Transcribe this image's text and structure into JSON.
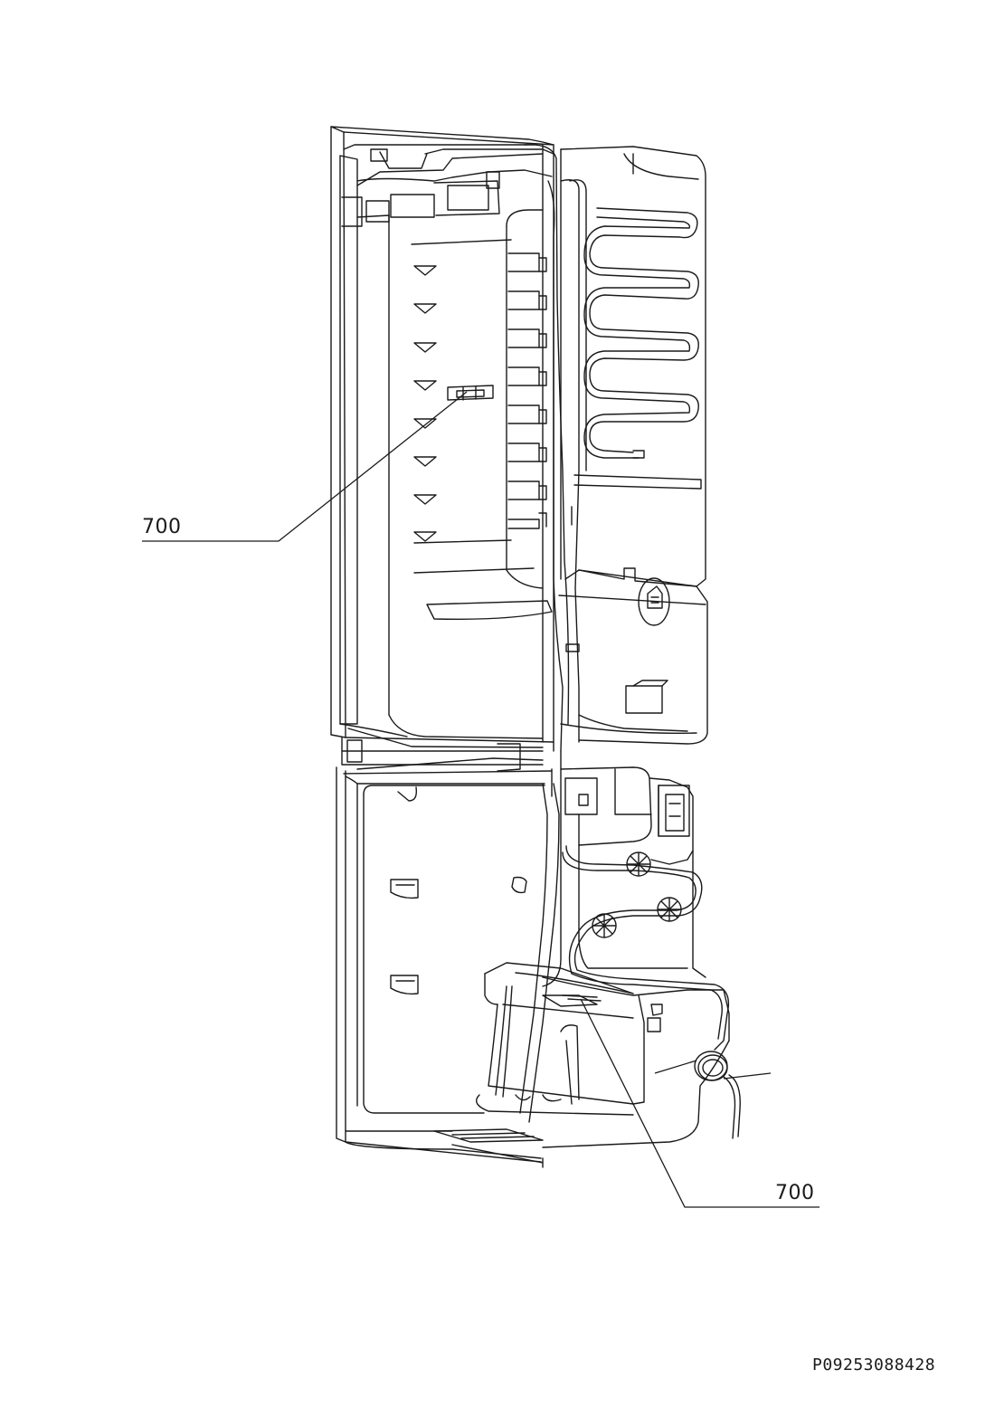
{
  "callouts": [
    {
      "id": "callout-left",
      "label": "700"
    },
    {
      "id": "callout-right",
      "label": "700"
    }
  ],
  "drawing_code": "P09253088428",
  "colors": {
    "line": "#1a1a1a",
    "background": "#ffffff"
  }
}
